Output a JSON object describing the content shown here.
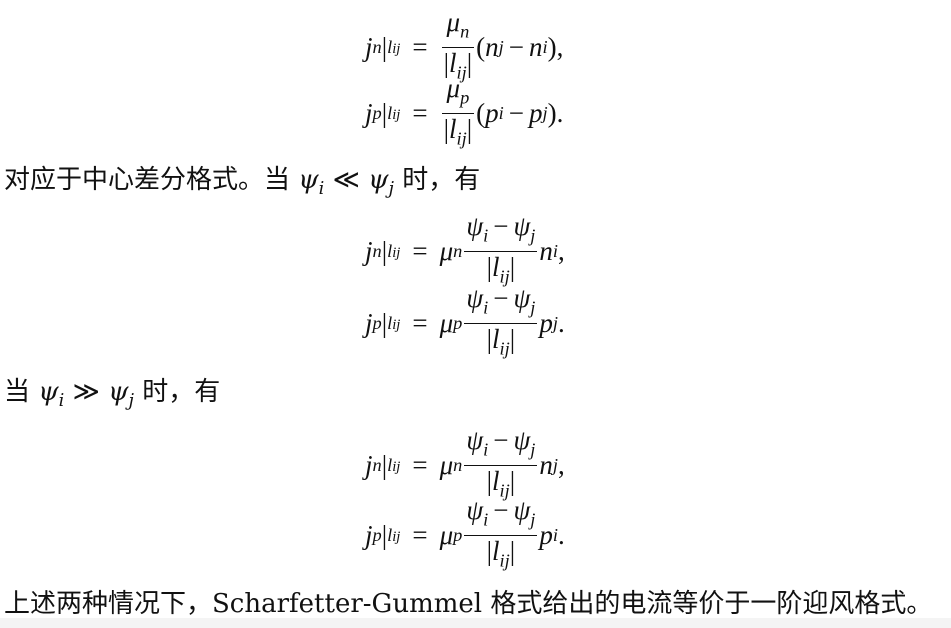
{
  "paragraphs": {
    "p1": "对应于中心差分格式。当 ψᵢ ≪ ψⱼ 时，有",
    "p2": "当 ψᵢ ≫ ψⱼ 时，有",
    "p3": "上述两种情况下，Scharfetter-Gummel 格式给出的电流等价于一阶迎风格式。"
  },
  "para_parts": {
    "p1_text": "对应于中心差分格式。当",
    "p1_rel": "≪",
    "p1_tail": "时，有",
    "p2_head": "当",
    "p2_rel": "≫",
    "p2_tail": "时，有",
    "p3_text": "上述两种情况下，Scharfetter-Gummel 格式给出的电流等价于一阶迎风格式。"
  },
  "equations": [
    {
      "lhs": "jn|lij",
      "rhs": "μn/|lij| (nj − ni),"
    },
    {
      "lhs": "jp|lij",
      "rhs": "μp/|lij| (pi − pj)."
    },
    {
      "lhs": "jn|lij",
      "rhs": "μn (ψi − ψj)/|lij| ni,"
    },
    {
      "lhs": "jp|lij",
      "rhs": "μp (ψi − ψj)/|lij| pj."
    },
    {
      "lhs": "jn|lij",
      "rhs": "μn (ψi − ψj)/|lij| nj,"
    },
    {
      "lhs": "jp|lij",
      "rhs": "μp (ψi − ψj)/|lij| pi."
    }
  ]
}
